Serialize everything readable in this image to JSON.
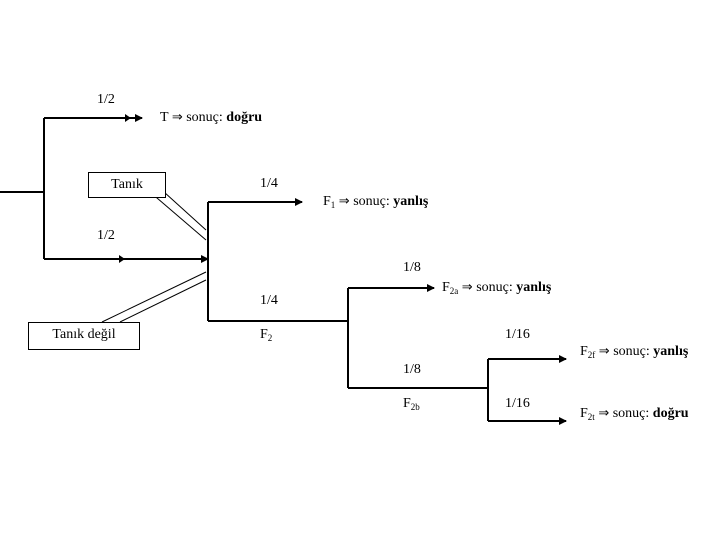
{
  "colors": {
    "line": "#000000",
    "background": "#ffffff"
  },
  "callouts": {
    "tanik": "Tanık",
    "tanik_degil": "Tanık değil"
  },
  "probabilities": {
    "t_branch": "1/2",
    "main_branch": "1/2",
    "f1_branch": "1/4",
    "f2_branch": "1/4",
    "f2a_branch": "1/8",
    "f2b_branch": "1/8",
    "f2f_branch": "1/16",
    "f2t_branch": "1/16"
  },
  "node_labels": {
    "f2": {
      "base": "F",
      "sub": "2"
    },
    "f2b": {
      "base": "F",
      "sub": "2b"
    }
  },
  "arrow_symbol": "⇒",
  "outcomes": {
    "t": {
      "base": "T",
      "sub": "",
      "mid": " sonuç: ",
      "result": "doğru"
    },
    "f1": {
      "base": "F",
      "sub": "1",
      "mid": " sonuç: ",
      "result": "yanlış"
    },
    "f2a": {
      "base": "F",
      "sub": "2a",
      "mid": " sonuç: ",
      "result": "yanlış"
    },
    "f2f": {
      "base": "F",
      "sub": "2f",
      "mid": " sonuç: ",
      "result": "yanlış"
    },
    "f2t": {
      "base": "F",
      "sub": "2t",
      "mid": " sonuç: ",
      "result": "doğru"
    }
  }
}
